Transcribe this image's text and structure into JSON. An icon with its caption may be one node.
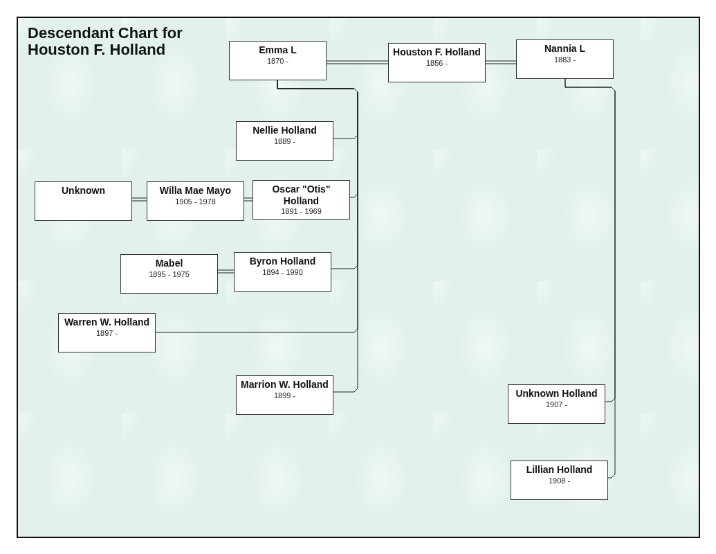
{
  "diagram": {
    "title": "Descendant Chart for Houston F. Holland",
    "nodes": [
      {
        "text": [
          "Emma L",
          "1870 -"
        ]
      },
      {
        "text": [
          "Houston F. Holland",
          "1856 -"
        ]
      },
      {
        "text": [
          "Nannia L",
          "1883 -"
        ]
      },
      {
        "text": [
          "Nellie Holland",
          "1889 -"
        ]
      },
      {
        "text": [
          "Unknown"
        ]
      },
      {
        "text": [
          "Willa Mae Mayo",
          "1905 - 1978"
        ]
      },
      {
        "text": [
          "Oscar \"Otis\" Holland",
          "1891 - 1969"
        ]
      },
      {
        "text": [
          "Mabel",
          "1895 - 1975"
        ]
      },
      {
        "text": [
          "Byron Holland",
          "1894 - 1990"
        ]
      },
      {
        "text": [
          "Warren W. Holland",
          "1897 -"
        ]
      },
      {
        "text": [
          "Marrion W. Holland",
          "1899 -"
        ]
      },
      {
        "text": [
          "Unknown Holland",
          "1907 -"
        ]
      },
      {
        "text": [
          "Lillian Holland",
          "1908 -"
        ]
      }
    ],
    "edges": [
      {
        "from": 0,
        "to": 1,
        "arrow": "none"
      },
      {
        "from": 1,
        "to": 2,
        "arrow": "none"
      },
      {
        "from": 4,
        "to": 5,
        "arrow": "none"
      },
      {
        "from": 5,
        "to": 6,
        "arrow": "none"
      },
      {
        "from": 7,
        "to": 8,
        "arrow": "none"
      },
      {
        "from": 0,
        "to": 3,
        "arrow": "none"
      },
      {
        "from": 0,
        "to": 6,
        "arrow": "none"
      },
      {
        "from": 0,
        "to": 8,
        "arrow": "none"
      },
      {
        "from": 0,
        "to": 9,
        "arrow": "none"
      },
      {
        "from": 0,
        "to": 10,
        "arrow": "none"
      },
      {
        "from": 2,
        "to": 11,
        "arrow": "none"
      },
      {
        "from": 2,
        "to": 12,
        "arrow": "none"
      }
    ]
  }
}
